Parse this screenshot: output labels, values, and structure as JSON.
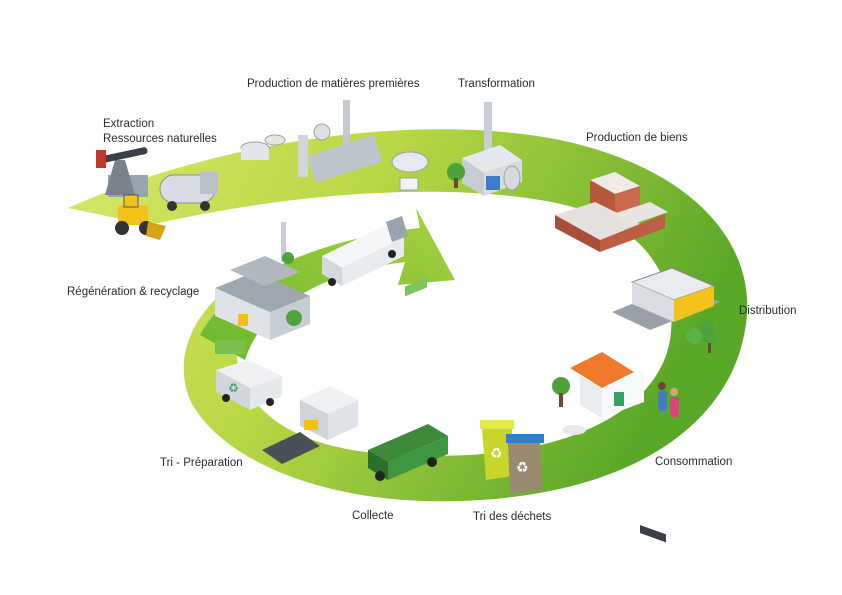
{
  "colors": {
    "background": "#ffffff",
    "ring_light": "#cfe35a",
    "ring_mid": "#a9cf3a",
    "ring_dark": "#6fb22b",
    "text": "#2b2b2b"
  },
  "stages": {
    "extraction_line1": "Extraction",
    "extraction_line2": "Ressources naturelles",
    "raw_materials": "Production de matières premières",
    "transformation": "Transformation",
    "goods_production": "Production de biens",
    "distribution": "Distribution",
    "consumption": "Consommation",
    "waste_sorting": "Tri des déchets",
    "collection": "Collecte",
    "sorting_preparation": "Tri - Préparation",
    "regeneration_recycling": "Régénération & recyclage"
  },
  "icons": [
    "oil-pump-icon",
    "bulldozer-icon",
    "tanker-truck-icon",
    "refinery-icon",
    "factory-icon",
    "brick-factory-icon",
    "store-icon",
    "house-icon",
    "family-icon",
    "recycling-bins-icon",
    "garbage-truck-icon",
    "sorting-plant-icon",
    "recycling-truck-icon",
    "recycling-plant-icon",
    "container-truck-icon",
    "tree-icon"
  ]
}
